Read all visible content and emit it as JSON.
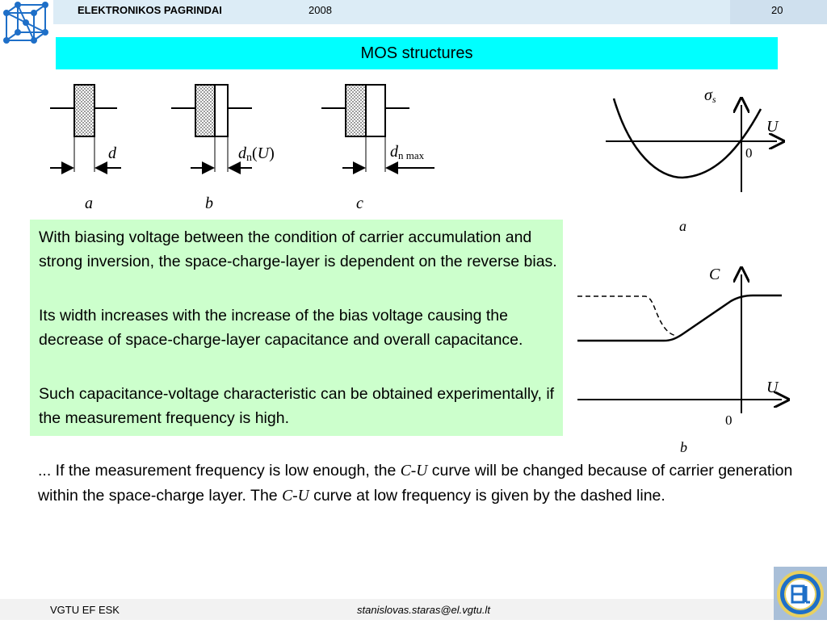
{
  "header": {
    "course": "ELEKTRONIKOS PAGRINDAI",
    "year": "2008",
    "page": "20"
  },
  "slide": {
    "title": "MOS structures"
  },
  "figure_top": {
    "labels": {
      "a": "a",
      "b": "b",
      "c": "c",
      "d": "d",
      "dn": "d",
      "dn_sub": "n",
      "dn_paren_open": "(",
      "dn_U": "U",
      "dn_paren_close": ")",
      "dnmax": "d",
      "dnmax_sub": "n max"
    }
  },
  "graph_a": {
    "y_label": "σ",
    "y_sub": "s",
    "x_label": "U",
    "origin": "0",
    "caption": "a"
  },
  "graph_b": {
    "y_label": "C",
    "x_label": "U",
    "origin": "0",
    "caption": "b"
  },
  "green_box": {
    "para1": "With biasing voltage between the condition of carrier accumulation and strong inversion, the space-charge-layer is dependent on the reverse bias.",
    "para2": "Its width increases with the increase of the bias voltage causing the decrease of space-charge-layer capacitance and overall capacitance.",
    "para3": "Such capacitance-voltage characteristic can be obtained experimentally, if the measurement frequency is high."
  },
  "lower_text": {
    "part1": "... If the measurement frequency is low enough, the ",
    "cu1": "C-U",
    "part2": " curve will be changed because of carrier generation within the space-charge layer. The ",
    "cu2": "C-U",
    "part3": " curve at low frequency is given by the dashed line."
  },
  "footer": {
    "left": "VGTU EF ESK",
    "email": "stanislovas.staras@el.vgtu.lt"
  },
  "colors": {
    "header_bg": "#dcecf6",
    "title_bg": "#00ffff",
    "green_box_bg": "#ccffcc",
    "logo_blue": "#1e6fc8"
  },
  "icons": {
    "top_left": "cube-lattice-icon",
    "bottom_right": "vgtu-logo-icon"
  }
}
